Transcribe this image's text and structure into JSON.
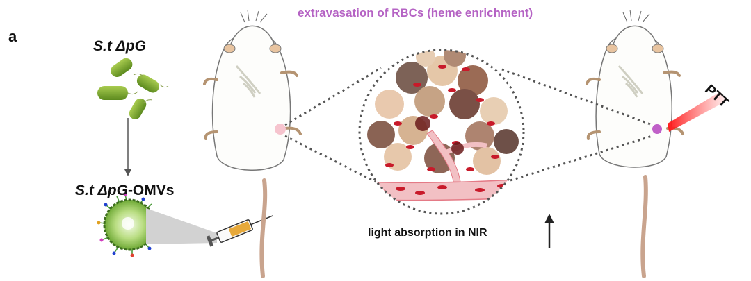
{
  "panel_label": "a",
  "bacteria": {
    "strain": "S.t ΔpG",
    "icon": "bacteria-rods-icon",
    "color": "#7fa92a"
  },
  "omv": {
    "strain": "S.t ΔpG",
    "suffix": "-OMVs",
    "icon": "omv-vesicle-icon"
  },
  "injection": {
    "icon": "syringe-icon"
  },
  "tumor_inset": {
    "caption": "extravasation of RBCs (heme enrichment)",
    "caption_color": "#b563c4",
    "icon": "tumor-blood-vessel-icon"
  },
  "absorption": {
    "text": "light absorption in NIR",
    "icon": "up-arrow-icon"
  },
  "therapy": {
    "label": "PTT",
    "icon": "laser-beam-icon",
    "laser_color": "#ff2b2b"
  },
  "mice": [
    {
      "icon": "mouse-icon",
      "tumor_color": "#f6c4ce"
    },
    {
      "icon": "mouse-icon",
      "tumor_color": "#c060c8"
    }
  ]
}
